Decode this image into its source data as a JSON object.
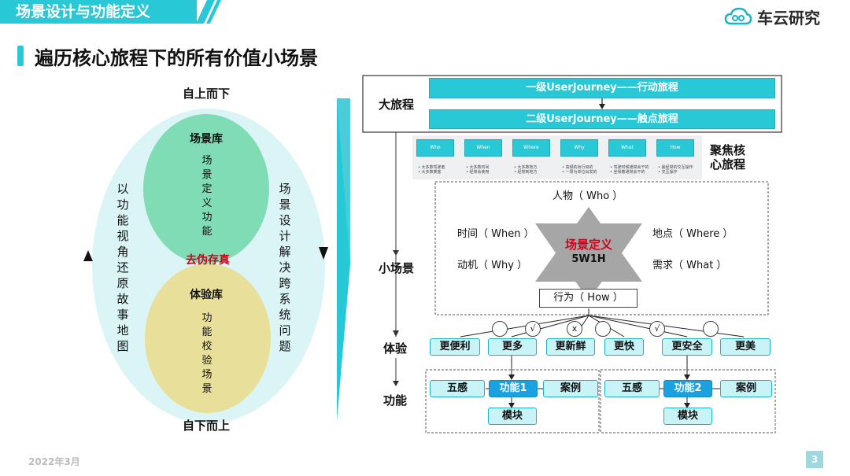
{
  "header": {
    "section_title": "场景设计与功能定义",
    "logo_text": "车云研究"
  },
  "page_title": "遍历核心旅程下的所有价值小场景",
  "left": {
    "top_label": "自上而下",
    "bottom_label": "自下而上",
    "left_vertical": "以功能视角还原故事地图",
    "right_vertical": "场景设计解决跨系统问题",
    "scene_lib": {
      "title": "场景库",
      "desc": "场景定义功能"
    },
    "exp_lib": {
      "title": "体验库",
      "desc": "功能校验场景"
    },
    "center": "去伪存真"
  },
  "right": {
    "rows": {
      "journey": "大旅程",
      "focus": "聚焦核心旅程",
      "small": "小场景",
      "exp": "体验",
      "func": "功能"
    },
    "journey_l1": "一级UserJourney——行动旅程",
    "journey_l2": "二级UserJourney——触点旅程",
    "w_cells": [
      "Who",
      "When",
      "Where",
      "Why",
      "What",
      "How"
    ],
    "w_notes": [
      [
        "大多数驾驶者",
        "大多数乘客"
      ],
      [
        "大多数时间",
        "经常会使用"
      ],
      [
        "大多数地方",
        "经常到地方"
      ],
      [
        "高频的出行目的",
        "一周为单位出发的"
      ],
      [
        "驾驶时候通常会干的",
        "坐得着通常会干的"
      ],
      [
        "最经常的交互操作",
        "交互操作"
      ]
    ],
    "who": "人物（ Who ）",
    "when": "时间（ When ）",
    "where": "地点（ Where ）",
    "why": "动机（ Why ）",
    "what": "需求（ What ）",
    "how": "行为（ How ）",
    "scene_def": "场景定义",
    "w5h": "5W1H",
    "marks": [
      "",
      "√",
      "x",
      "",
      "√",
      ""
    ],
    "experiences": [
      "更便利",
      "更多",
      "更新鲜",
      "更快",
      "更安全",
      "更美"
    ],
    "func_group1": {
      "sense": "五感",
      "func": "功能1",
      "case": "案例",
      "module": "模块"
    },
    "func_group2": {
      "sense": "五感",
      "func": "功能2",
      "case": "案例",
      "module": "模块"
    }
  },
  "footer": {
    "date": "2022年3月",
    "page": "3"
  },
  "colors": {
    "accent": "#28c8d6",
    "scene_circle": "#7fdcb4",
    "exp_circle": "#e8df9a",
    "ellipse": "#dbf5f6",
    "red": "#d0021b",
    "blue": "#1aa1e0"
  }
}
